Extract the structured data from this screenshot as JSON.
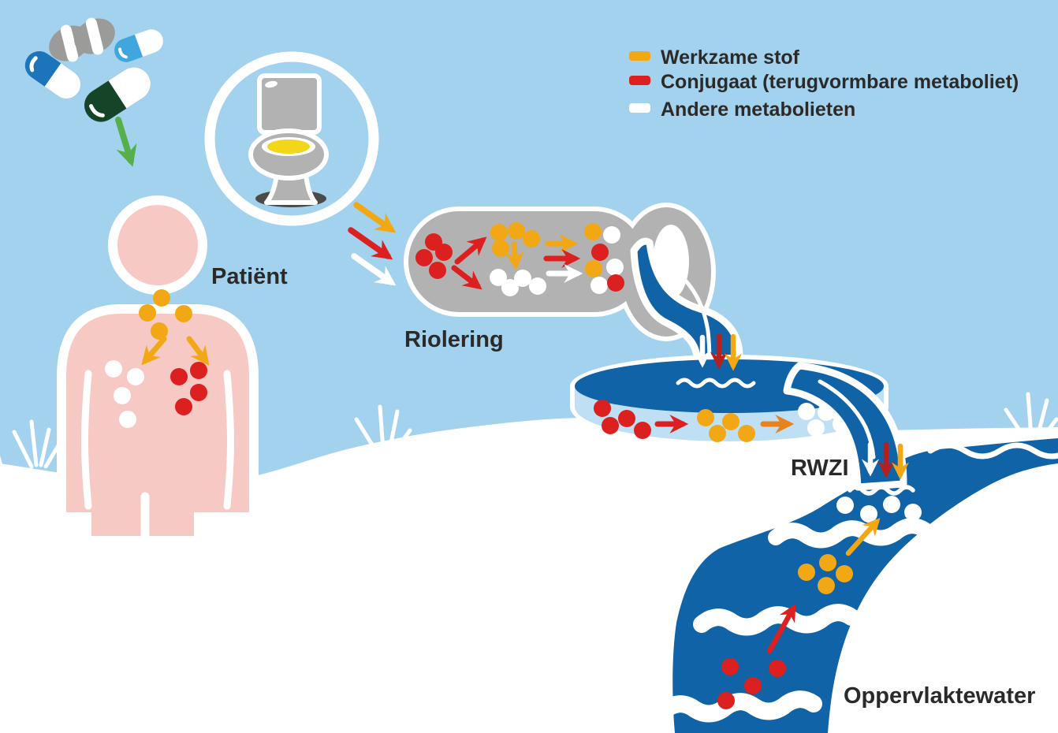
{
  "legend": {
    "items": [
      {
        "label": "Werkzame stof",
        "color": "#f2a715"
      },
      {
        "label": "Conjugaat (terugvormbare metaboliet)",
        "color": "#dc1f1f"
      },
      {
        "label": "Andere metabolieten",
        "color": "#ffffff"
      }
    ]
  },
  "labels": {
    "patient": "Patiënt",
    "sewer": "Riolering",
    "treatment_plant": "RWZI",
    "surface_water": "Oppervlaktewater"
  },
  "colors": {
    "sky": "#a3d2ee",
    "ground": "#ffffff",
    "skin": "#f6c9c4",
    "text": "#2b2a29",
    "orange": "#f2a715",
    "orangedark": "#e8821d",
    "red": "#dc1f1f",
    "reddark": "#b5201f",
    "water": "#1063a7",
    "basinwall": "#bfe0f4",
    "pipegrey": "#b3b2b2",
    "shadowgrey": "#4a4a49",
    "tabletgrey": "#9b9b9a",
    "capsuleblue": "#1c75ba",
    "capsulelightblue": "#3fa7dd",
    "capsulegreen": "#164428",
    "toiletyellow": "#f3d617",
    "arrowgreen": "#55b04b"
  }
}
